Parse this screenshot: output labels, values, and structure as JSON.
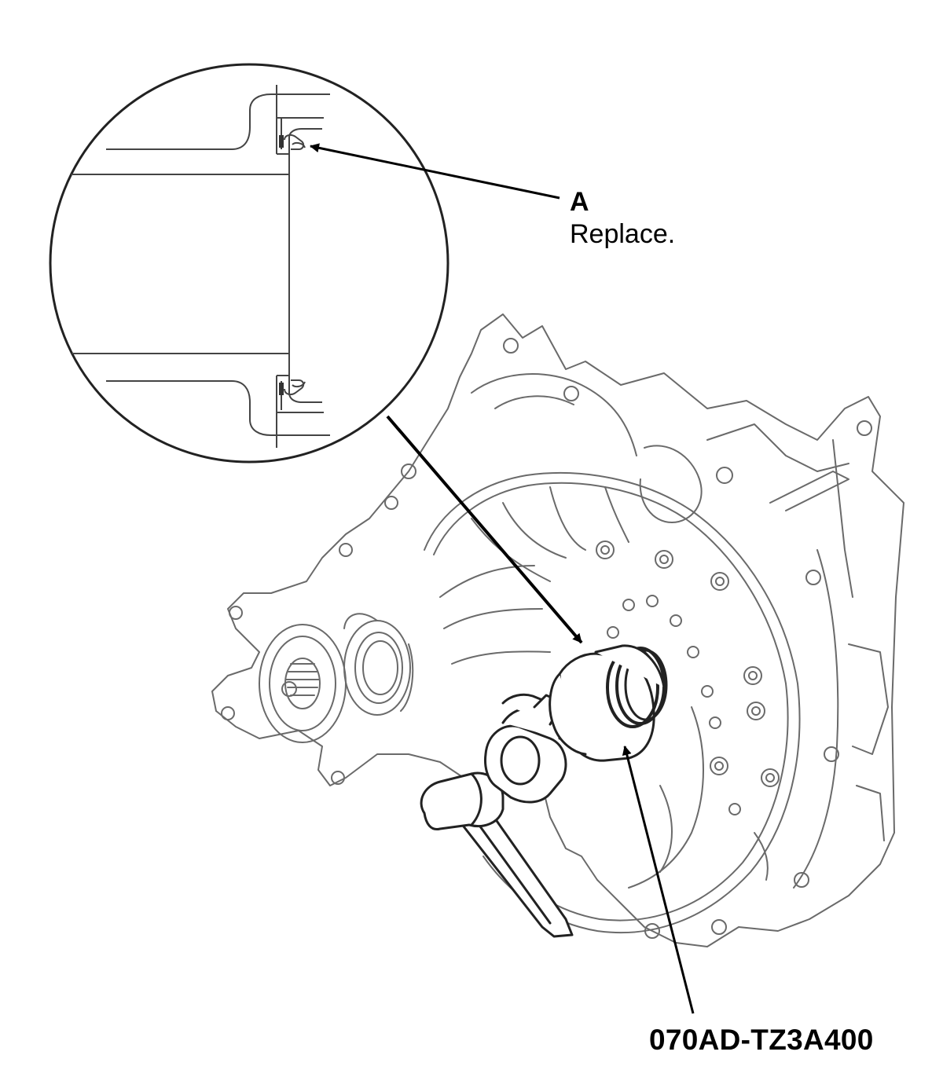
{
  "callout_a": {
    "letter": "A",
    "note": "Replace."
  },
  "tool": {
    "part_number": "070AD-TZ3A400"
  },
  "colors": {
    "ink": "#000000",
    "drawing_line": "#5a5a5a",
    "background": "#ffffff"
  }
}
